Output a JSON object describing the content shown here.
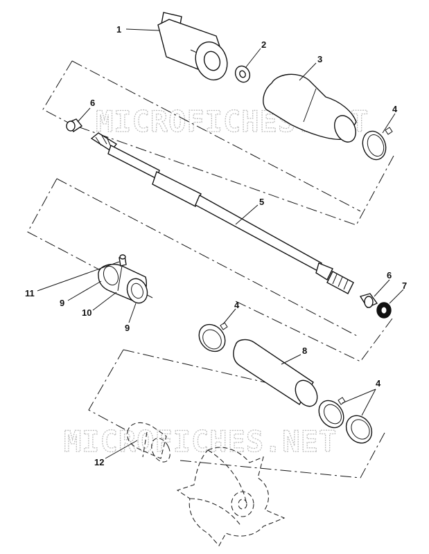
{
  "watermark": "MICROFICHES.NET",
  "callouts": [
    {
      "id": "1",
      "text": "1"
    },
    {
      "id": "2",
      "text": "2"
    },
    {
      "id": "3",
      "text": "3"
    },
    {
      "id": "4a",
      "text": "4"
    },
    {
      "id": "6a",
      "text": "6"
    },
    {
      "id": "5",
      "text": "5"
    },
    {
      "id": "11",
      "text": "11"
    },
    {
      "id": "9a",
      "text": "9"
    },
    {
      "id": "10",
      "text": "10"
    },
    {
      "id": "9b",
      "text": "9"
    },
    {
      "id": "4b",
      "text": "4"
    },
    {
      "id": "6b",
      "text": "6"
    },
    {
      "id": "7",
      "text": "7"
    },
    {
      "id": "8",
      "text": "8"
    },
    {
      "id": "4c",
      "text": "4"
    },
    {
      "id": "12",
      "text": "12"
    }
  ]
}
